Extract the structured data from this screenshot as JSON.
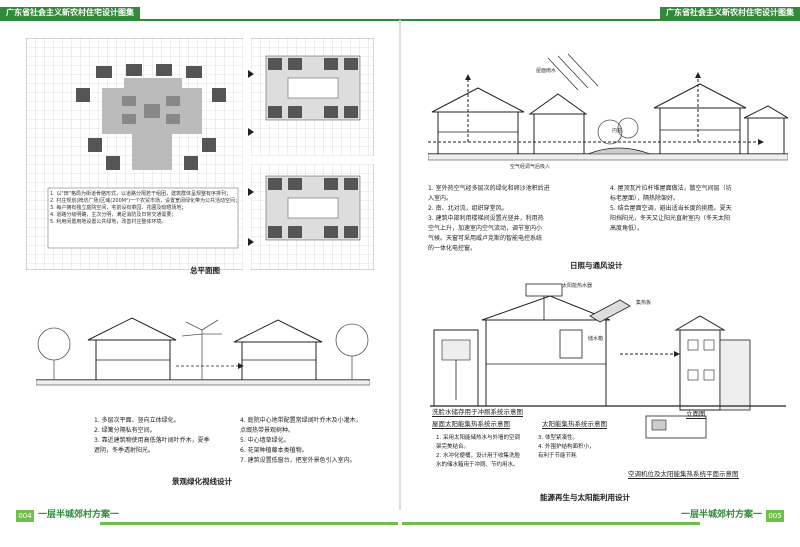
{
  "header": {
    "left_title": "广东省社会主义新农村住宅设计图集",
    "right_title": "广东省社会主义新农村住宅设计图集"
  },
  "footer": {
    "left_page": "004",
    "left_text": "一层半城郊村方案一",
    "right_text": "一层半城郊村方案一",
    "right_page": "005"
  },
  "site_plan": {
    "caption": "总平面图",
    "notes": [
      "1. 以\"田\"格局为街道骨骼形式，以道路分隔若干组团，建筑群体呈规整有序排列；",
      "2. 村庄规划(牌坊广场)区域(200M²)一个农贸市场，设置宽阔绿化带为公共活动空间；",
      "3. 每户拥有独立庭院空间，宅前设有菜园、花圃及晾晒场地；",
      "4. 道路分级明确，主次分明，满足消防及日常交通需要；",
      "5. 利用闲置用地设置公共绿地，改善村庄整体环境。"
    ]
  },
  "ventilation": {
    "caption": "日照与通风设计",
    "notes_left": [
      "1. 室外热空气经多层次的绿化和卵沙池积后进",
      "   入室内。",
      "2. 南、北对流，组织穿堂风。",
      "3. 建筑中部利用楼梯间设置光竖井，利用热",
      "   空气上升，加速室内空气流动，调节室内小",
      "   气候。天窗可采用威卢克斯的智能电控系统",
      "   的一体化电控窗。"
    ],
    "notes_right": [
      "4. 屋顶瓦片拉杆堆屋面做法，散空气间层（坊",
      "   标老屋面），隔热除架好。",
      "5. 结合屋面空调，避出适当长度的挑檐。夏天",
      "   阳挡阳光，冬天又让阳光直射室内（冬天太阳",
      "   高度角低）。"
    ],
    "labels": {
      "rain": "屋面雨水",
      "courtyard": "内庭",
      "air": "空气经调气后吸入"
    }
  },
  "landscape": {
    "caption": "景观绿化视线设计",
    "notes_left": [
      "1. 多层次平面、竖向立体绿化。",
      "2. 绿篱分隔私有空间。",
      "3. 靠近建筑物使用高低落叶阔叶乔木，夏季",
      "   遮阴，冬季透射阳光。"
    ],
    "notes_right": [
      "4. 庭院中心地带配置常绿阔叶乔木及小灌木，",
      "   点缀热带景观树种。",
      "5. 中心墙草绿化。",
      "6. 花架种植藤本类植物。",
      "7. 建筑设置低窗台，把室外景色引入室内。"
    ]
  },
  "energy": {
    "caption": "能源再生与太阳能利用设计",
    "sub_rain": "洗脸水储存用于冲厕系统示意图",
    "sub_roof": "屋面太阳能集热系统示意图",
    "sub_solar": "太阳能集热系统示意图",
    "sub_elev": "立面图",
    "sub_ac": "空调机位及太阳能集热系统平面示意图",
    "labels": {
      "heater": "太阳能热水器",
      "tank": "储水箱",
      "panel": "集热板"
    },
    "notes_left": [
      "1. 采用太阳能储热水与外墙的空调",
      "   架完美结合。",
      "2. 水冲化便桶，设计用于收集洗脸",
      "   水的储水箱用于冲厕、节约用水。"
    ],
    "notes_right": [
      "3. 体型紧凑性。",
      "4. 外围护结构面积小，",
      "   有利于节能节耗"
    ]
  }
}
